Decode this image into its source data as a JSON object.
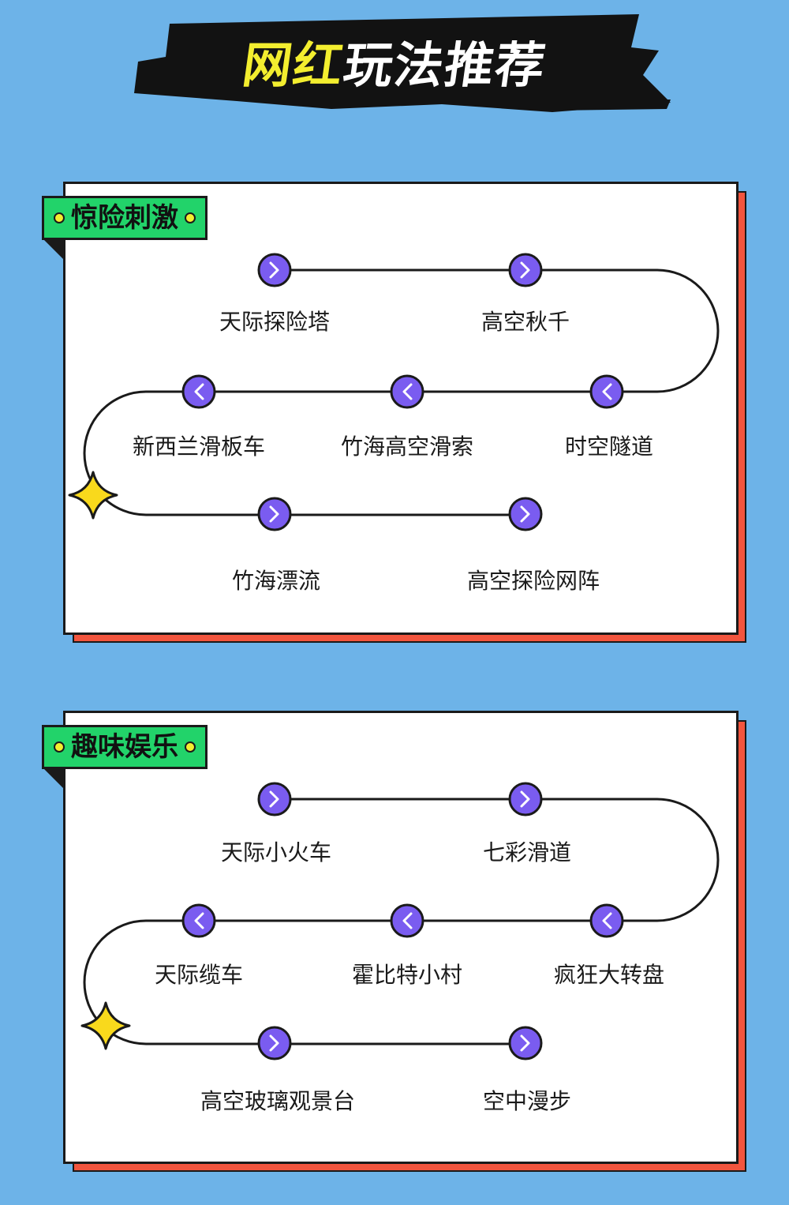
{
  "page": {
    "title_part1": "网红",
    "title_part2": "玩法推荐"
  },
  "colors": {
    "background": "#6db3e8",
    "card": "#ffffff",
    "card_shadow": "#f2553e",
    "tag": "#22d36a",
    "node": "#7a5cf0",
    "star": "#f9d91c",
    "title_highlight": "#f3ee2f"
  },
  "sections": [
    {
      "title": "惊险刺激",
      "row1": [
        "天际探险塔",
        "高空秋千"
      ],
      "row2": [
        "新西兰滑板车",
        "竹海高空滑索",
        "时空隧道"
      ],
      "row3": [
        "竹海漂流",
        "高空探险网阵"
      ]
    },
    {
      "title": "趣味娱乐",
      "row1": [
        "天际小火车",
        "七彩滑道"
      ],
      "row2": [
        "天际缆车",
        "霍比特小村",
        "疯狂大转盘"
      ],
      "row3": [
        "高空玻璃观景台",
        "空中漫步"
      ]
    }
  ],
  "icons": {
    "forward": "chevron-right-icon",
    "back": "chevron-left-icon",
    "marker": "star-icon"
  }
}
